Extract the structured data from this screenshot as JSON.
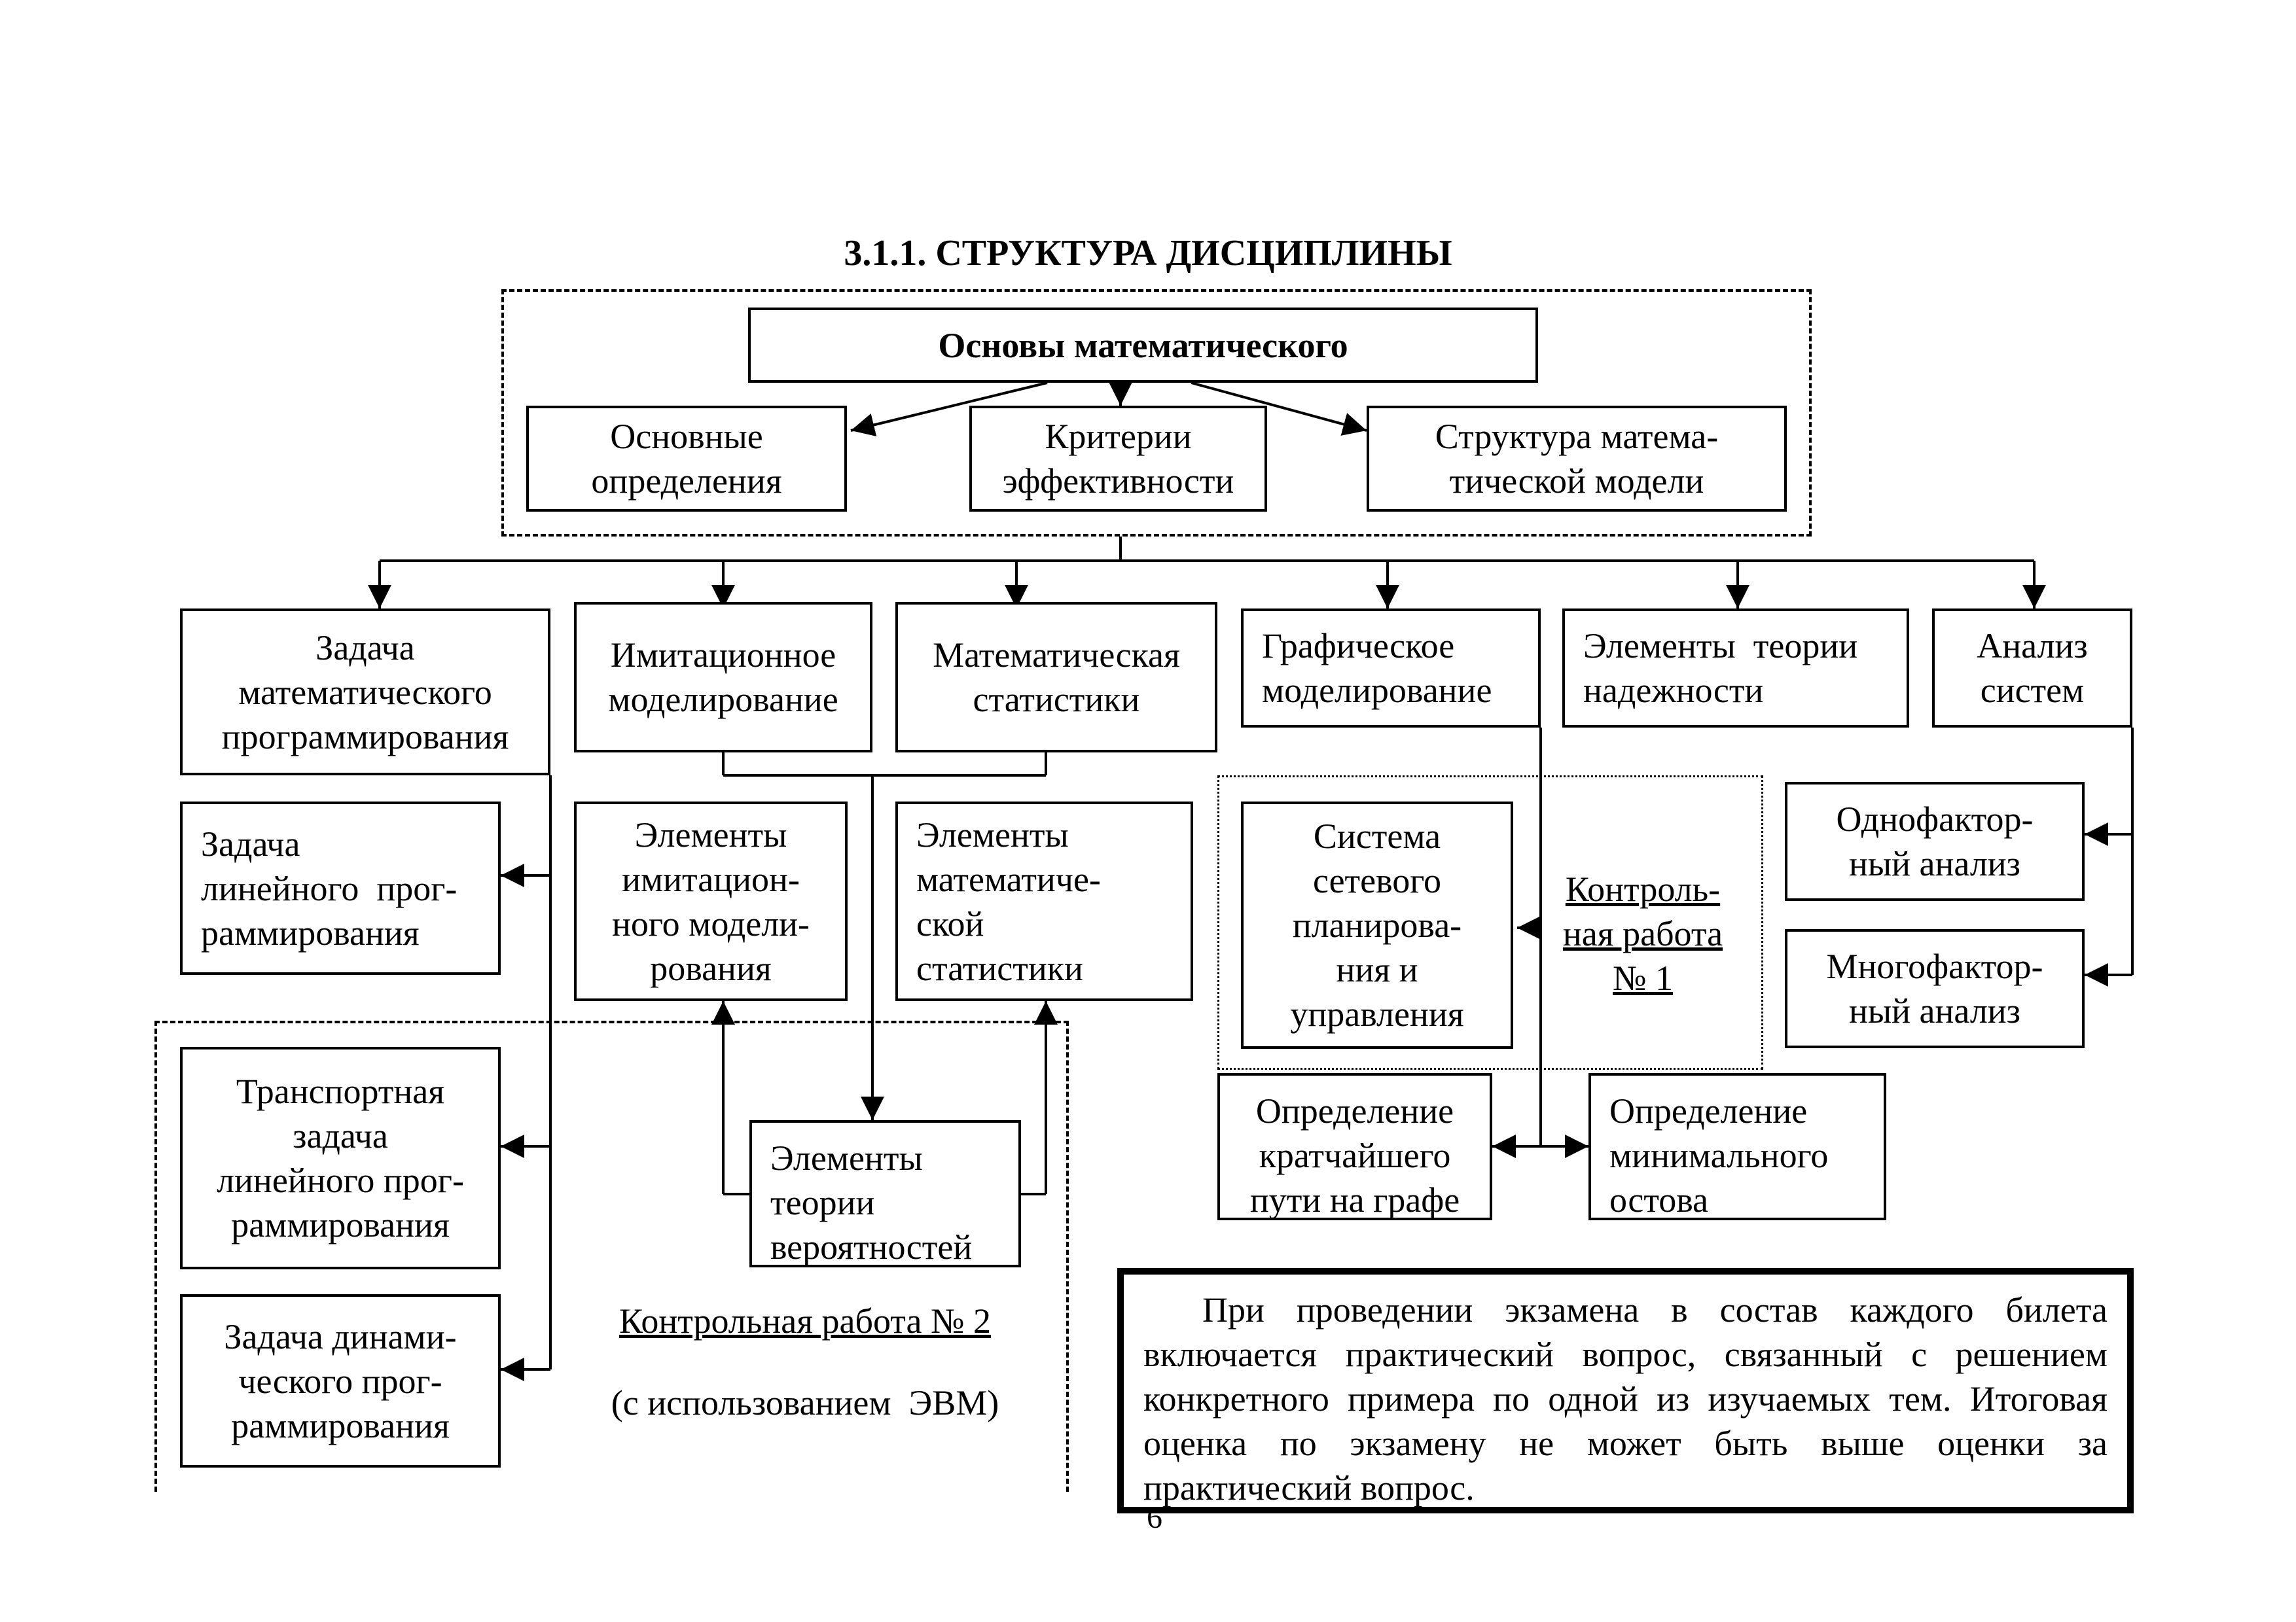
{
  "title": "3.1.1. СТРУКТУРА ДИСЦИПЛИНЫ",
  "top": {
    "root": "Основы математического",
    "children": [
      [
        "Основные",
        "определения"
      ],
      [
        "Критерии",
        "эффективности"
      ],
      [
        "Структура матема-",
        "тической модели"
      ]
    ]
  },
  "level2": {
    "lp": [
      "Задача",
      "математического",
      "программирования"
    ],
    "sim": [
      "Имитационное",
      "моделирование"
    ],
    "stat": [
      "Математическая",
      "статистики"
    ],
    "graph": [
      "Графическое",
      "моделирование"
    ],
    "rel": [
      "Элементы  теории",
      "надежности"
    ],
    "sys": [
      "Анализ",
      "систем"
    ]
  },
  "level3": {
    "linear": [
      "Задача",
      "линейного  прог-",
      "раммирования"
    ],
    "transport": [
      "Транспортная",
      "задача",
      "линейного прог-",
      "раммирования"
    ],
    "dynamic": [
      "Задача динами-",
      "ческого прог-",
      "раммирования"
    ],
    "sim_elems": [
      "Элементы",
      "имитацион-",
      "ного модели-",
      "рования"
    ],
    "stat_elems": [
      "Элементы",
      "математиче-",
      "ской",
      "статистики"
    ],
    "prob": [
      "Элементы",
      "теории",
      "вероятностей"
    ],
    "network": [
      "Система",
      "сетевого",
      "планирова-",
      "ния и",
      "управления"
    ],
    "shortest": [
      "Определение",
      "кратчайшего",
      "пути на графе"
    ],
    "mst": [
      "Определение",
      "минимального",
      "остова"
    ],
    "one_factor": [
      "Однофактор-",
      "ный анализ"
    ],
    "multi_factor": [
      "Многофактор-",
      "ный анализ"
    ]
  },
  "control1": [
    "Контроль-",
    "ная работа",
    "№ 1"
  ],
  "control2": {
    "title": "Контрольная работа № 2",
    "subtitle": "(с использованием  ЭВМ)"
  },
  "note": "При проведении экзамена в состав каждого билета включается практический вопрос, связанный с решением конкретного примера по одной из изучаемых тем. Итоговая оценка по экзамену не может быть выше оценки за практический вопрос.",
  "page_number": "6"
}
